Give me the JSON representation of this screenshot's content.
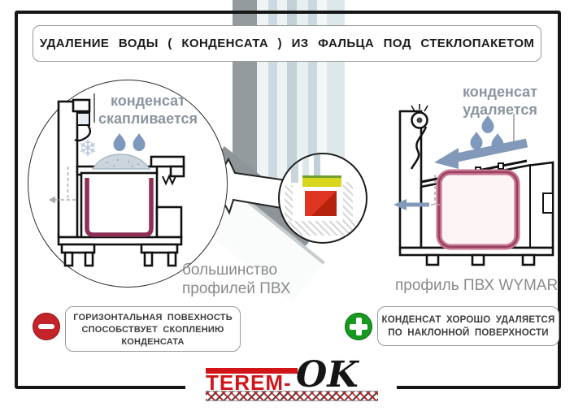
{
  "title": "УДАЛЕНИЕ ВОДЫ ( КОНДЕНСАТА ) ИЗ ФАЛЬЦА ПОД СТЕКЛОПАКЕТОМ",
  "left_diagram": {
    "annotation": [
      "конденсат",
      "скапливается"
    ],
    "caption": [
      "большинство",
      "профилей ПВХ"
    ]
  },
  "right_diagram": {
    "annotation": [
      "конденсат",
      "удаляется"
    ],
    "caption": "профиль ПВХ WYMAR"
  },
  "verdicts": {
    "negative": {
      "lines": [
        "ГОРИЗОНТАЛЬНАЯ ПОВЕХНОСТЬ",
        "СПОСОБСТВУЕТ СКОПЛЕНИЮ",
        "КОНДЕНСАТА"
      ]
    },
    "positive": {
      "lines": [
        "КОНДЕНСАТ ХОРОШО УДАЛЯЕТСЯ",
        "ПО НАКЛОННОЙ ПОВЕРХНОСТИ"
      ]
    }
  },
  "logo": {
    "word_red": "TEREM-",
    "word_black": "OK"
  },
  "icons": {
    "snowflake": "❄"
  },
  "colors": {
    "negative_red": "#c3242a",
    "positive_green": "#17991f",
    "logo_red": "#d01418",
    "annotation_gray_blue": "#8b95a1",
    "caption_gray": "#8a8a8a",
    "drop_blue": "#7e99bd",
    "chamber_dark_red": "#8d3056",
    "chamber_pink": "#c2718c"
  }
}
